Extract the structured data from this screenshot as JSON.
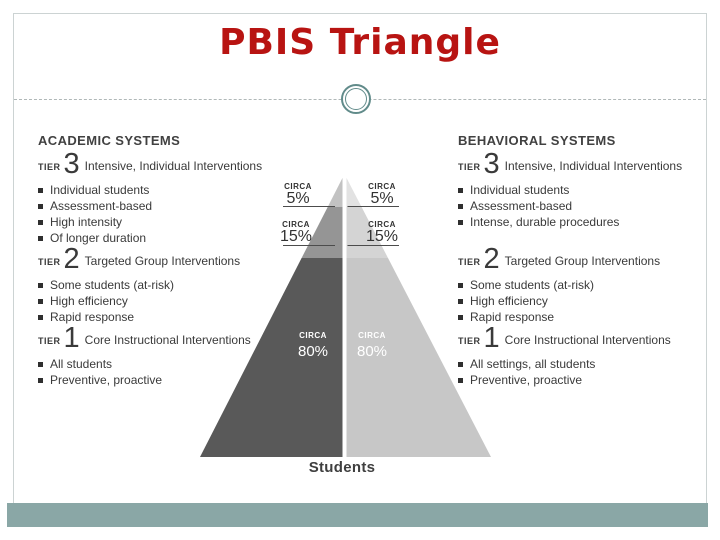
{
  "title": "PBIS Triangle",
  "colors": {
    "title": "#b81412",
    "footer_bar": "#8aa7a6",
    "slide_border": "#ccd3d3",
    "ornament_ring": "#618b8a",
    "text": "#3a3a3a"
  },
  "academic": {
    "header": "ACADEMIC SYSTEMS",
    "tiers": [
      {
        "label": "TIER",
        "number": "3",
        "title": "Intensive, Individual Interventions",
        "bullets": [
          "Individual students",
          "Assessment-based",
          "High intensity",
          "Of longer duration"
        ]
      },
      {
        "label": "TIER",
        "number": "2",
        "title": "Targeted Group Interventions",
        "bullets": [
          "Some students (at-risk)",
          "High efficiency",
          "Rapid response"
        ]
      },
      {
        "label": "TIER",
        "number": "1",
        "title": "Core Instructional Interventions",
        "bullets": [
          "All students",
          "Preventive, proactive"
        ]
      }
    ]
  },
  "behavioral": {
    "header": "BEHAVIORAL SYSTEMS",
    "tiers": [
      {
        "label": "TIER",
        "number": "3",
        "title": "Intensive, Individual Interventions",
        "bullets": [
          "Individual students",
          "Assessment-based",
          "Intense, durable procedures"
        ]
      },
      {
        "label": "TIER",
        "number": "2",
        "title": "Targeted Group Interventions",
        "bullets": [
          "Some students (at-risk)",
          "High efficiency",
          "Rapid response"
        ]
      },
      {
        "label": "TIER",
        "number": "1",
        "title": "Core Instructional Interventions",
        "bullets": [
          "All settings, all students",
          "Preventive, proactive"
        ]
      }
    ]
  },
  "pyramid": {
    "caption": "Students",
    "left": {
      "segments": [
        {
          "circa": "CIRCA",
          "value": "5%",
          "color": "#c2c2c2"
        },
        {
          "circa": "CIRCA",
          "value": "15%",
          "color": "#959595"
        },
        {
          "circa": "CIRCA",
          "value": "80%",
          "color": "#595959"
        }
      ]
    },
    "right": {
      "segments": [
        {
          "circa": "CIRCA",
          "value": "5%",
          "color": "#e2e2e2"
        },
        {
          "circa": "CIRCA",
          "value": "15%",
          "color": "#d4d4d4"
        },
        {
          "circa": "CIRCA",
          "value": "80%",
          "color": "#c7c7c7"
        }
      ]
    }
  }
}
